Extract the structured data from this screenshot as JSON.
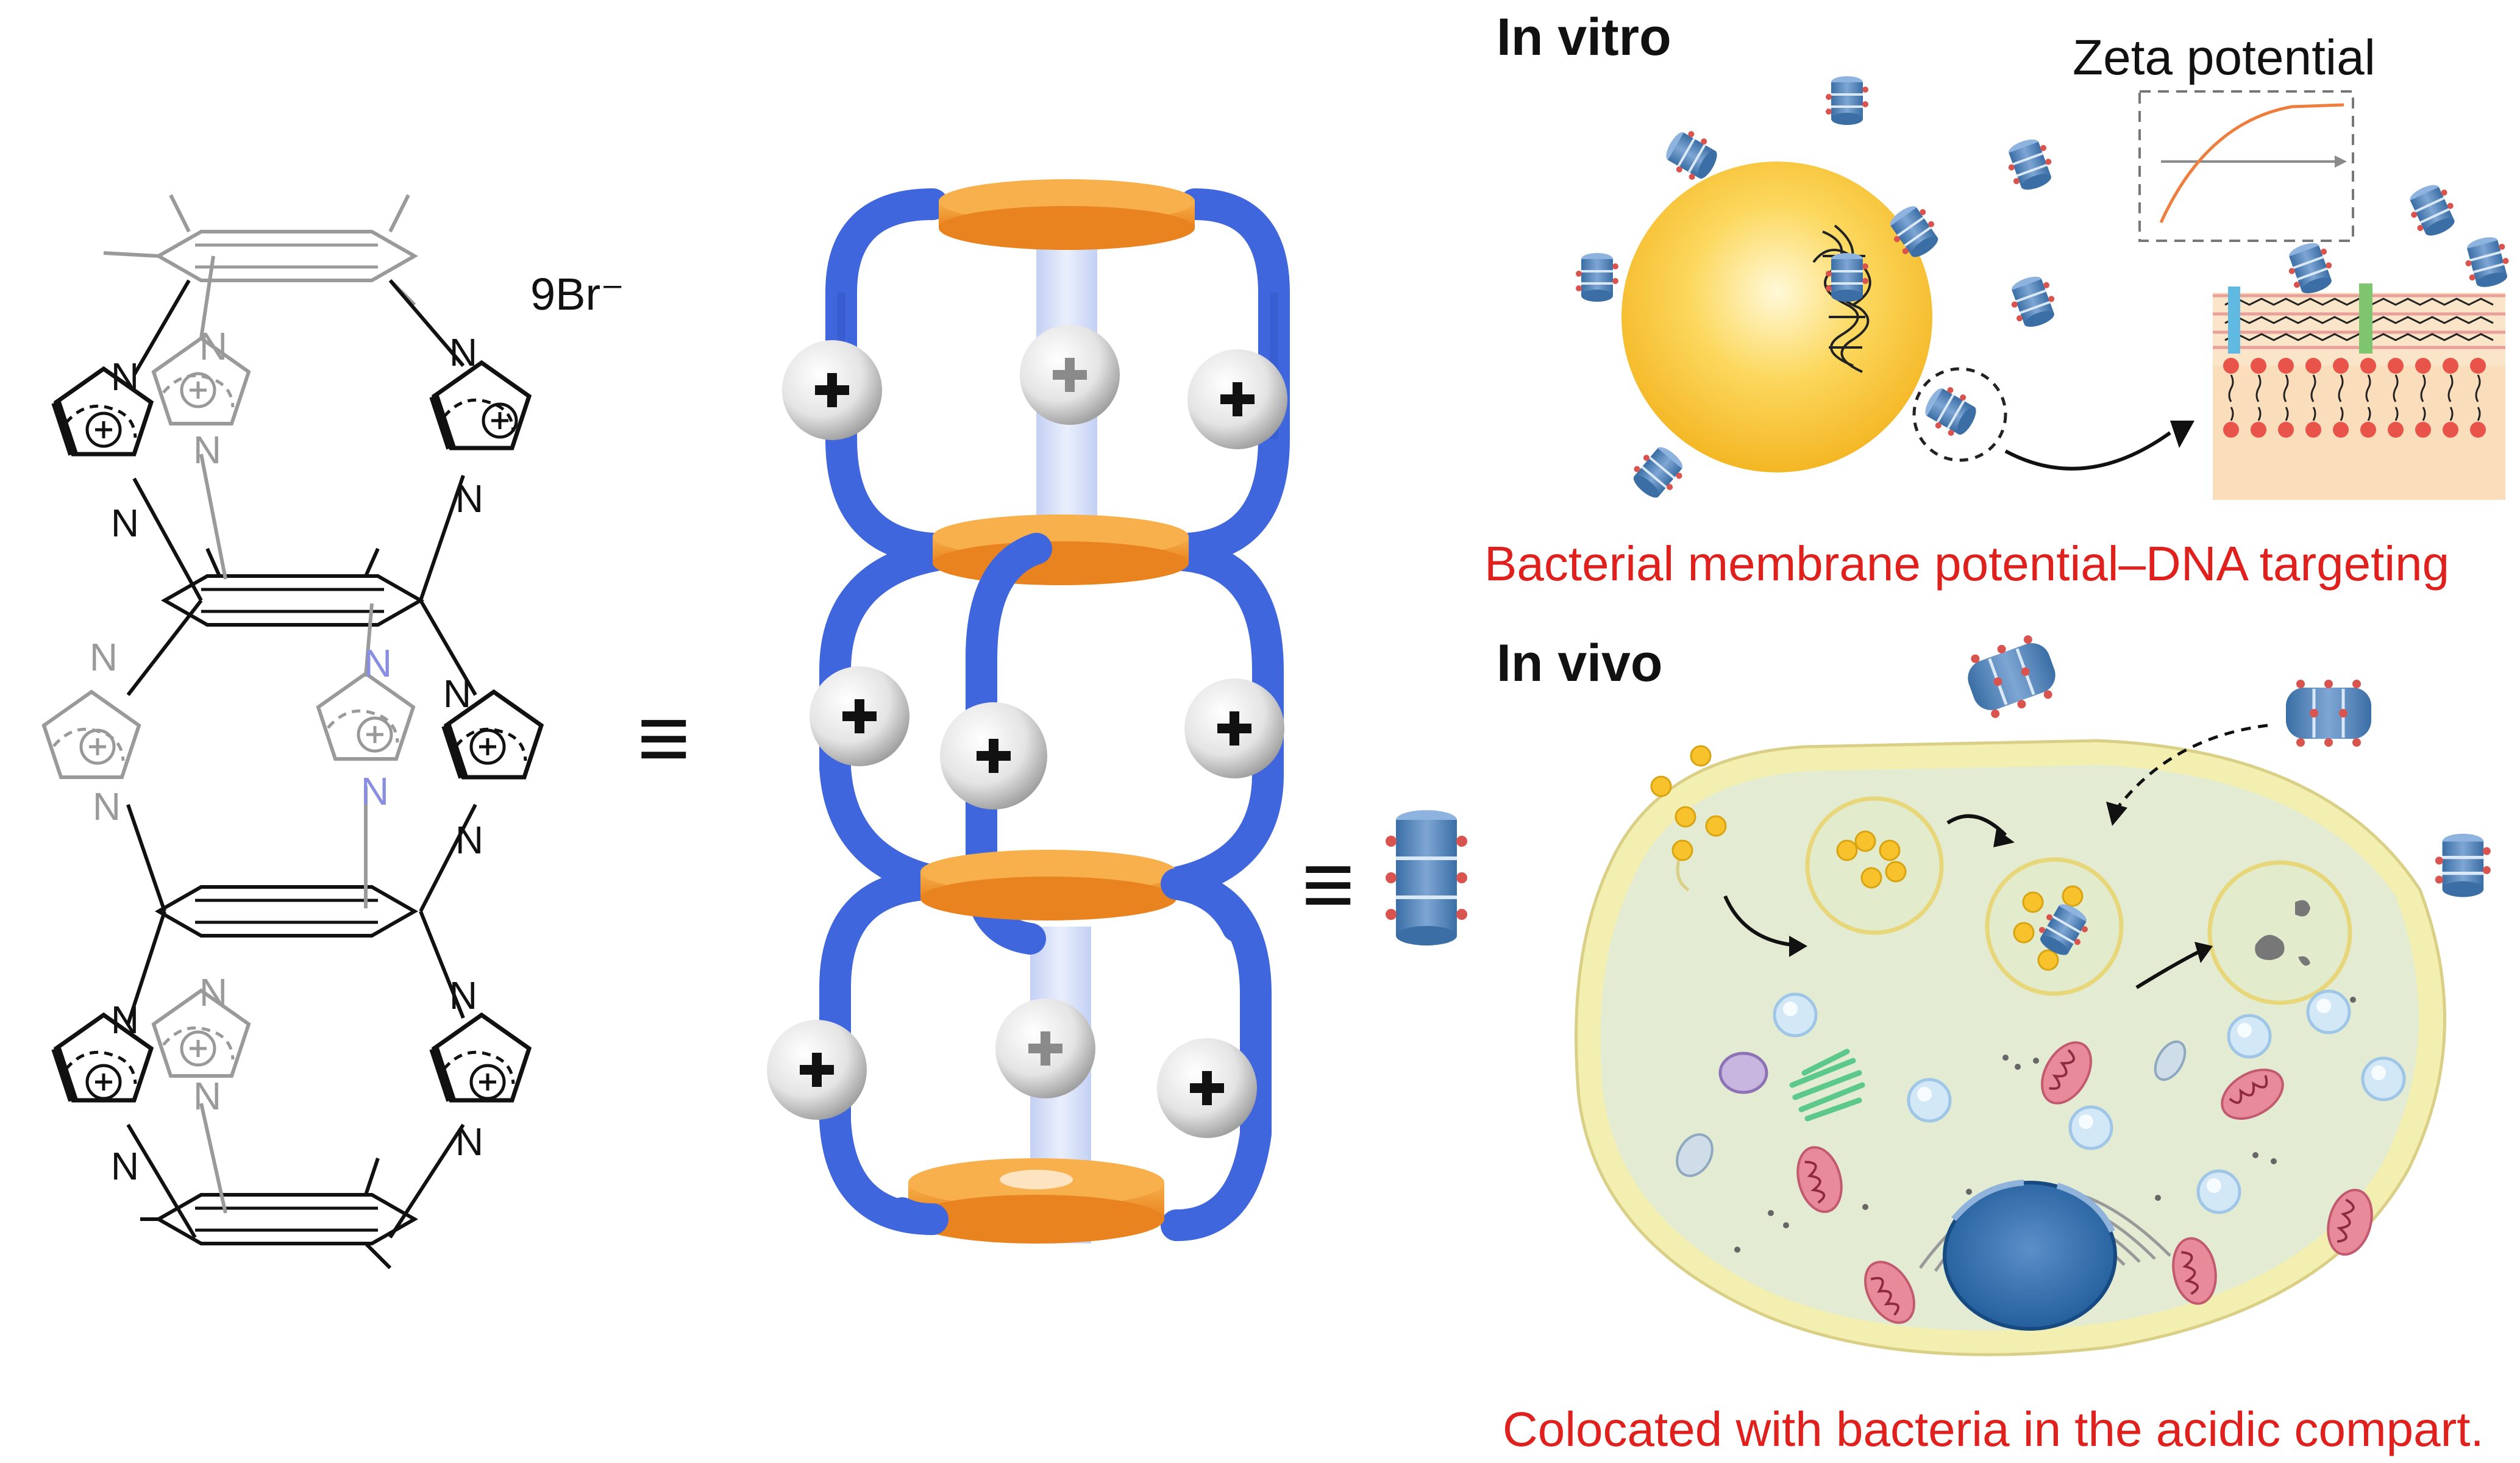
{
  "molecule": {
    "counterion": "9Br⁻"
  },
  "equiv_symbol": "≡",
  "in_vitro": {
    "heading": "In vitro",
    "inset_label": "Zeta potential",
    "caption": "Bacterial membrane potential–DNA targeting"
  },
  "in_vivo": {
    "heading": "In vivo",
    "caption": "Colocated with bacteria in the acidic compart."
  },
  "colors": {
    "cage_blue": "#3f66dc",
    "cage_orange": "#f29a33",
    "cell_membrane": "#f2eeb0",
    "cell_cytoplasm": "#e3ecd2",
    "bacterium_yellow": "#f7c22c",
    "caption_red": "#e0201c"
  }
}
